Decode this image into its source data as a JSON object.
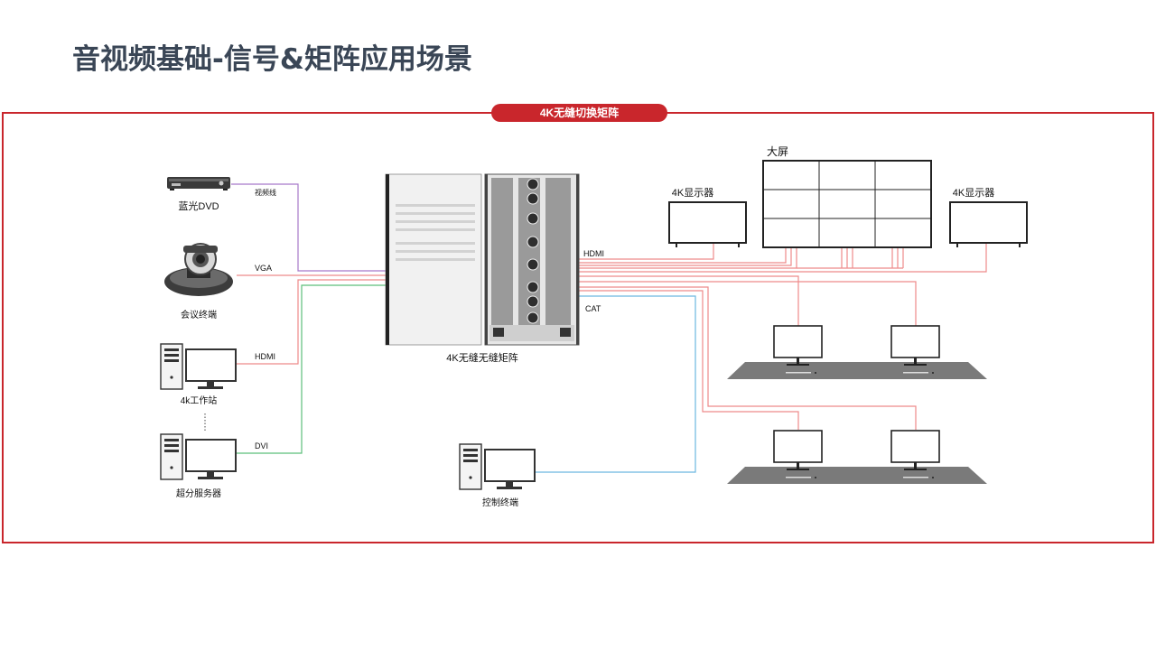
{
  "page": {
    "title": "音视频基础-信号&矩阵应用场景"
  },
  "frame": {
    "badge": "4K无缝切换矩阵"
  },
  "sources": [
    {
      "name": "蓝光DVD",
      "cable": "视频线"
    },
    {
      "name": "会议终端",
      "cable": "VGA"
    },
    {
      "name": "4k工作站",
      "cable": "HDMI"
    },
    {
      "name": "超分服务器",
      "cable": "DVI"
    }
  ],
  "matrix": {
    "label": "4K无缝无缝矩阵",
    "out_hdmi": "HDMI",
    "out_cat": "CAT"
  },
  "outputs": {
    "monitor_left": "4K显示器",
    "videowall": "大屏",
    "monitor_right": "4K显示器"
  },
  "control": {
    "label": "控制终端"
  },
  "colors": {
    "title": "#3a4656",
    "accent": "#c9262c",
    "line_purple": "#a779c9",
    "line_red": "#ee8a8a",
    "line_green": "#5cbf7a",
    "line_blue": "#6cb8e0"
  }
}
